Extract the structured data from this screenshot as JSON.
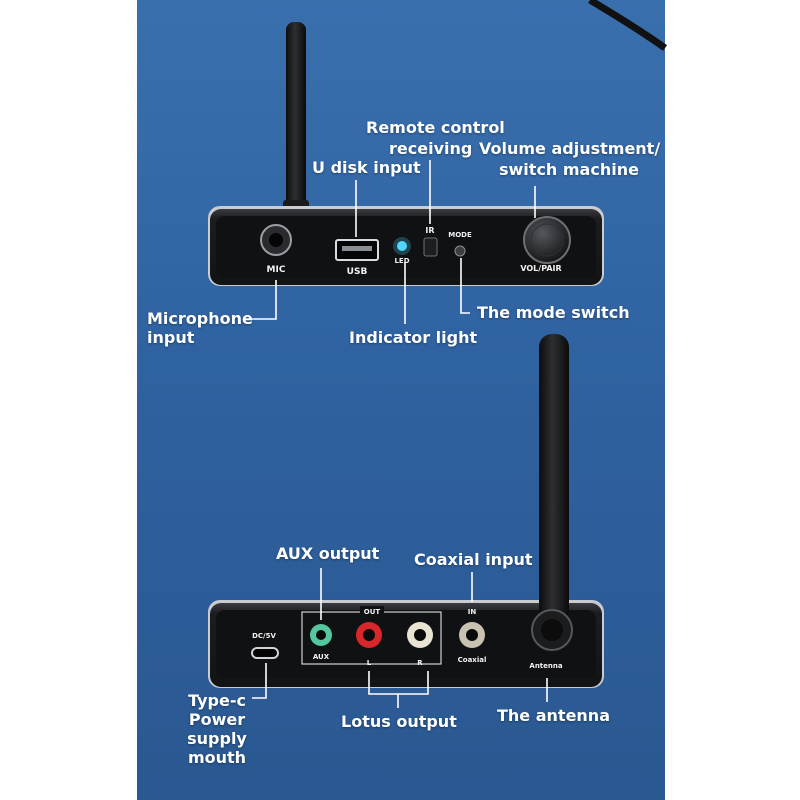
{
  "colors": {
    "background": "#2f62a0",
    "device_body": "#1a1b1e",
    "device_face": "#0f1012",
    "leader_line": "#ffffff",
    "led": "#4fd6ff",
    "rca_red": "#d8272b",
    "rca_white": "#e9e3d2",
    "aux_green": "#54c6a0"
  },
  "front": {
    "labels": {
      "remote_line1": "Remote control",
      "remote_line2": "receiving",
      "volume_line1": "Volume adjustment/",
      "volume_line2": "switch machine",
      "u_disk": "U disk input",
      "microphone_line1": "Microphone",
      "microphone_line2": "input",
      "indicator": "Indicator light",
      "mode_switch": "The mode switch"
    },
    "device_text": {
      "mic": "MIC",
      "usb": "USB",
      "led": "LED",
      "ir": "IR",
      "mode": "MODE",
      "vol": "VOL/PAIR"
    }
  },
  "back": {
    "labels": {
      "aux_output": "AUX output",
      "coaxial_input": "Coaxial input",
      "typec_line1": "Type-c",
      "typec_line2": "Power",
      "typec_line3": "supply",
      "typec_line4": "mouth",
      "lotus_output": "Lotus output",
      "antenna": "The antenna"
    },
    "device_text": {
      "dc": "DC/5V",
      "out": "OUT",
      "in": "IN",
      "aux": "AUX",
      "left": "L",
      "right": "R",
      "coaxial": "Coaxial",
      "antenna": "Antenna"
    }
  }
}
